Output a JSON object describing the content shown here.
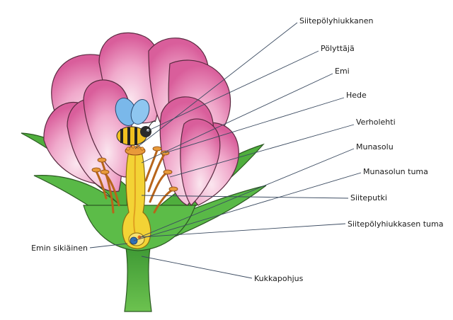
{
  "labels": {
    "pollen_grain": "Siitepölyhiukkanen",
    "pollinator": "Pölyttäjä",
    "pistil": "Emi",
    "stamen": "Hede",
    "sepal": "Verholehti",
    "egg_cell": "Munasolu",
    "egg_nucleus": "Munasolun tuma",
    "pollen_tube": "Siiteputki",
    "pollen_nucleus": "Siitepölyhiukkasen tuma",
    "ovary": "Emin sikiäinen",
    "receptacle": "Kukkapohjus"
  },
  "colors": {
    "petal": "#e07aae",
    "petal_light": "#f3c9dd",
    "leaf": "#4fae3d",
    "pistil": "#f3d335",
    "stamen": "#e89a3a",
    "bee_wing": "#7ab8ea"
  }
}
